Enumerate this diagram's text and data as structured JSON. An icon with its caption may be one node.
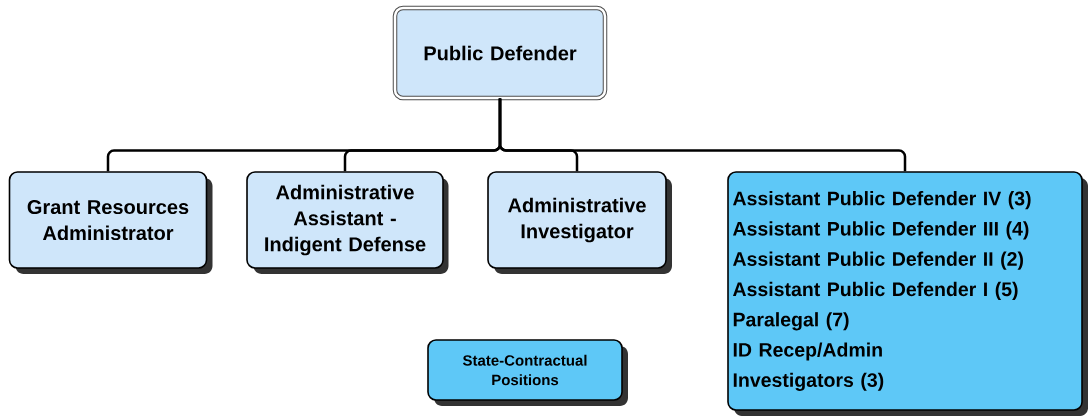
{
  "diagram": {
    "nodes": [
      {
        "text": [
          "Public Defender"
        ]
      },
      {
        "text": [
          "Grant Resources Administrator"
        ]
      },
      {
        "text": [
          "Administrative Assistant - Indigent Defense"
        ]
      },
      {
        "text": [
          "Administrative Investigator"
        ]
      },
      {
        "text": [
          "Assistant Public Defender IV (3)",
          "Assistant Public Defender III (4)",
          "Assistant Public Defender II (2)",
          "Assistant Public Defender I (5)",
          "Paralegal (7)",
          "ID Recep/Admin",
          "Investigators (3)"
        ]
      },
      {
        "text": [
          "State-Contractual Positions"
        ]
      }
    ],
    "edges": [
      {
        "from": 0,
        "to": 1,
        "arrow": "none"
      },
      {
        "from": 0,
        "to": 2,
        "arrow": "none"
      },
      {
        "from": 0,
        "to": 3,
        "arrow": "none"
      },
      {
        "from": 0,
        "to": 4,
        "arrow": "none"
      }
    ]
  }
}
